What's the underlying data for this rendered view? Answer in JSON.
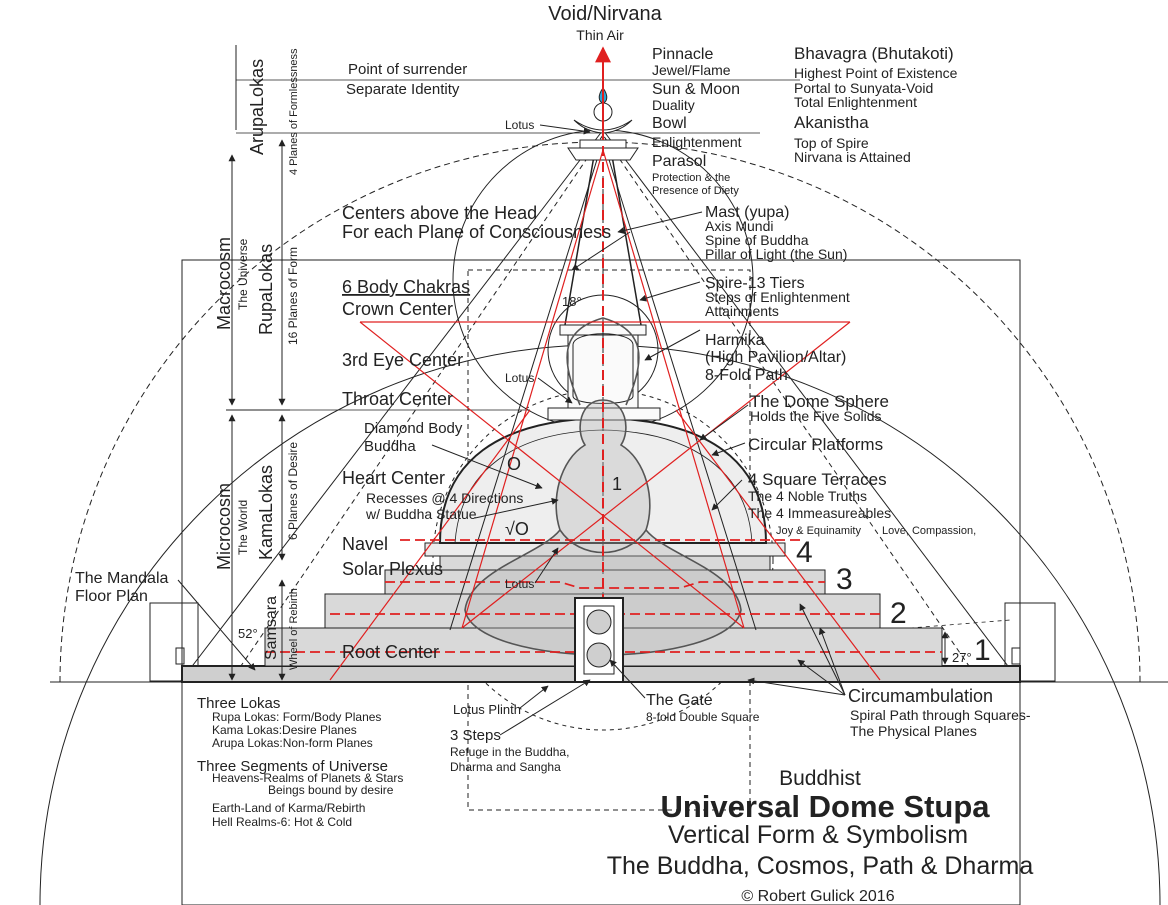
{
  "colors": {
    "line": "#222222",
    "red": "#e02020",
    "fill": "#d9d9d9",
    "flame": "#2aa7d8"
  },
  "top": {
    "void": "Void/Nirvana",
    "thin_air": "Thin Air"
  },
  "left_labels": {
    "point_surrender": "Point of surrender",
    "separate_identity": "Separate Identity",
    "lotus_top": "Lotus",
    "centers_above": "Centers above the Head",
    "each_plane": "For each Plane of Consciousness",
    "body_chakras": "6 Body Chakras",
    "crown": "Crown Center",
    "third_eye": "3rd Eye Center",
    "lotus_mid": "Lotus",
    "throat": "Throat Center",
    "diamond_body": "Diamond Body",
    "buddha": "Buddha",
    "heart": "Heart Center",
    "recesses": "Recesses @ 4 Directions",
    "buddha_statue": "w/ Buddha Statue",
    "navel": "Navel",
    "solar": "Solar Plexus",
    "lotus_low": "Lotus",
    "root": "Root Center",
    "mandala1": "The Mandala",
    "mandala2": "Floor Plan",
    "angle52": "52°",
    "angle18": "18°",
    "angle27": "27°"
  },
  "vertical_labels": {
    "arupa": "ArupaLokas",
    "arupa_sub": "4 Planes of Formlessness",
    "macro": "Macrocosm",
    "macro_sub": "The Universe",
    "rupa": "RupaLokas",
    "rupa_sub": "16 Planes of Form",
    "kama": "KamaLokas",
    "kama_sub": "6 Planes of Desire",
    "micro": "Microcosm",
    "micro_sub": "The World",
    "samsara": "Samsara",
    "samsara_sub": "Wheel of Rebirth"
  },
  "right_labels": {
    "pinnacle": "Pinnacle",
    "jewel": "Jewel/Flame",
    "sun_moon": "Sun & Moon",
    "duality": "Duality",
    "bowl": "Bowl",
    "enlightenment": "Enlightenment",
    "parasol": "Parasol",
    "protection": "Protection & the",
    "presence": "Presence of Diety",
    "bhavagra": "Bhavagra (Bhutakoti)",
    "highest": "Highest Point of Existence",
    "portal": "Portal to Sunyata-Void",
    "total": "Total Enlightenment",
    "akanistha": "Akanistha",
    "top_spire": "Top of Spire",
    "nirvana": "Nirvana is Attained",
    "mast": "Mast (yupa)",
    "axis": "Axis Mundi",
    "spine": "Spine of Buddha",
    "pillar": "Pillar of Light (the Sun)",
    "spire": "Spire-13 Tiers",
    "steps_enl": "Steps of Enlightenment",
    "attainments": "Attainments",
    "harmika": "Harmika",
    "high_pavilion": "(High Pavilion/Altar)",
    "eightfold": "8-Fold Path",
    "dome_sphere": "The Dome Sphere",
    "five_solids": "Holds the Five Solids",
    "circular": "Circular Platforms",
    "square_terraces": "4 Square Terraces",
    "noble": "The 4 Noble Truths",
    "immeasureables": "The 4 Immeasureables",
    "joy": "Joy & Equinamity",
    "love": "Love, Compassion,",
    "gate": "The Gate",
    "gate_sub": "8-fold Double Square",
    "circum": "Circumambulation",
    "spiral": "Spiral Path through Squares-",
    "physical": "The Physical Planes",
    "lotus_plinth": "Lotus Plinth",
    "three_steps": "3 Steps",
    "refuge1": "Refuge in the Buddha,",
    "refuge2": "Dharma and Sangha"
  },
  "numbers": {
    "n1": "1",
    "n2": "2",
    "n3": "3",
    "n4": "4",
    "dome1": "1"
  },
  "legend": {
    "three_lokas": "Three Lokas",
    "rupa_lokas": "Rupa Lokas: Form/Body Planes",
    "kama_lokas": "Kama Lokas:Desire Planes",
    "arupa_lokas": "Arupa Lokas:Non-form Planes",
    "three_segments": "Three Segments of Universe",
    "heavens": "Heavens-Realms of Planets & Stars",
    "beings": "Beings bound by desire",
    "earth": "Earth-Land of Karma/Rebirth",
    "hell": "Hell Realms-6: Hot & Cold"
  },
  "title": {
    "buddhist": "Buddhist",
    "main": "Universal Dome Stupa",
    "sub1": "Vertical Form & Symbolism",
    "sub2": "The Buddha, Cosmos, Path & Dharma",
    "credit": "©  Robert Gulick 2016"
  }
}
